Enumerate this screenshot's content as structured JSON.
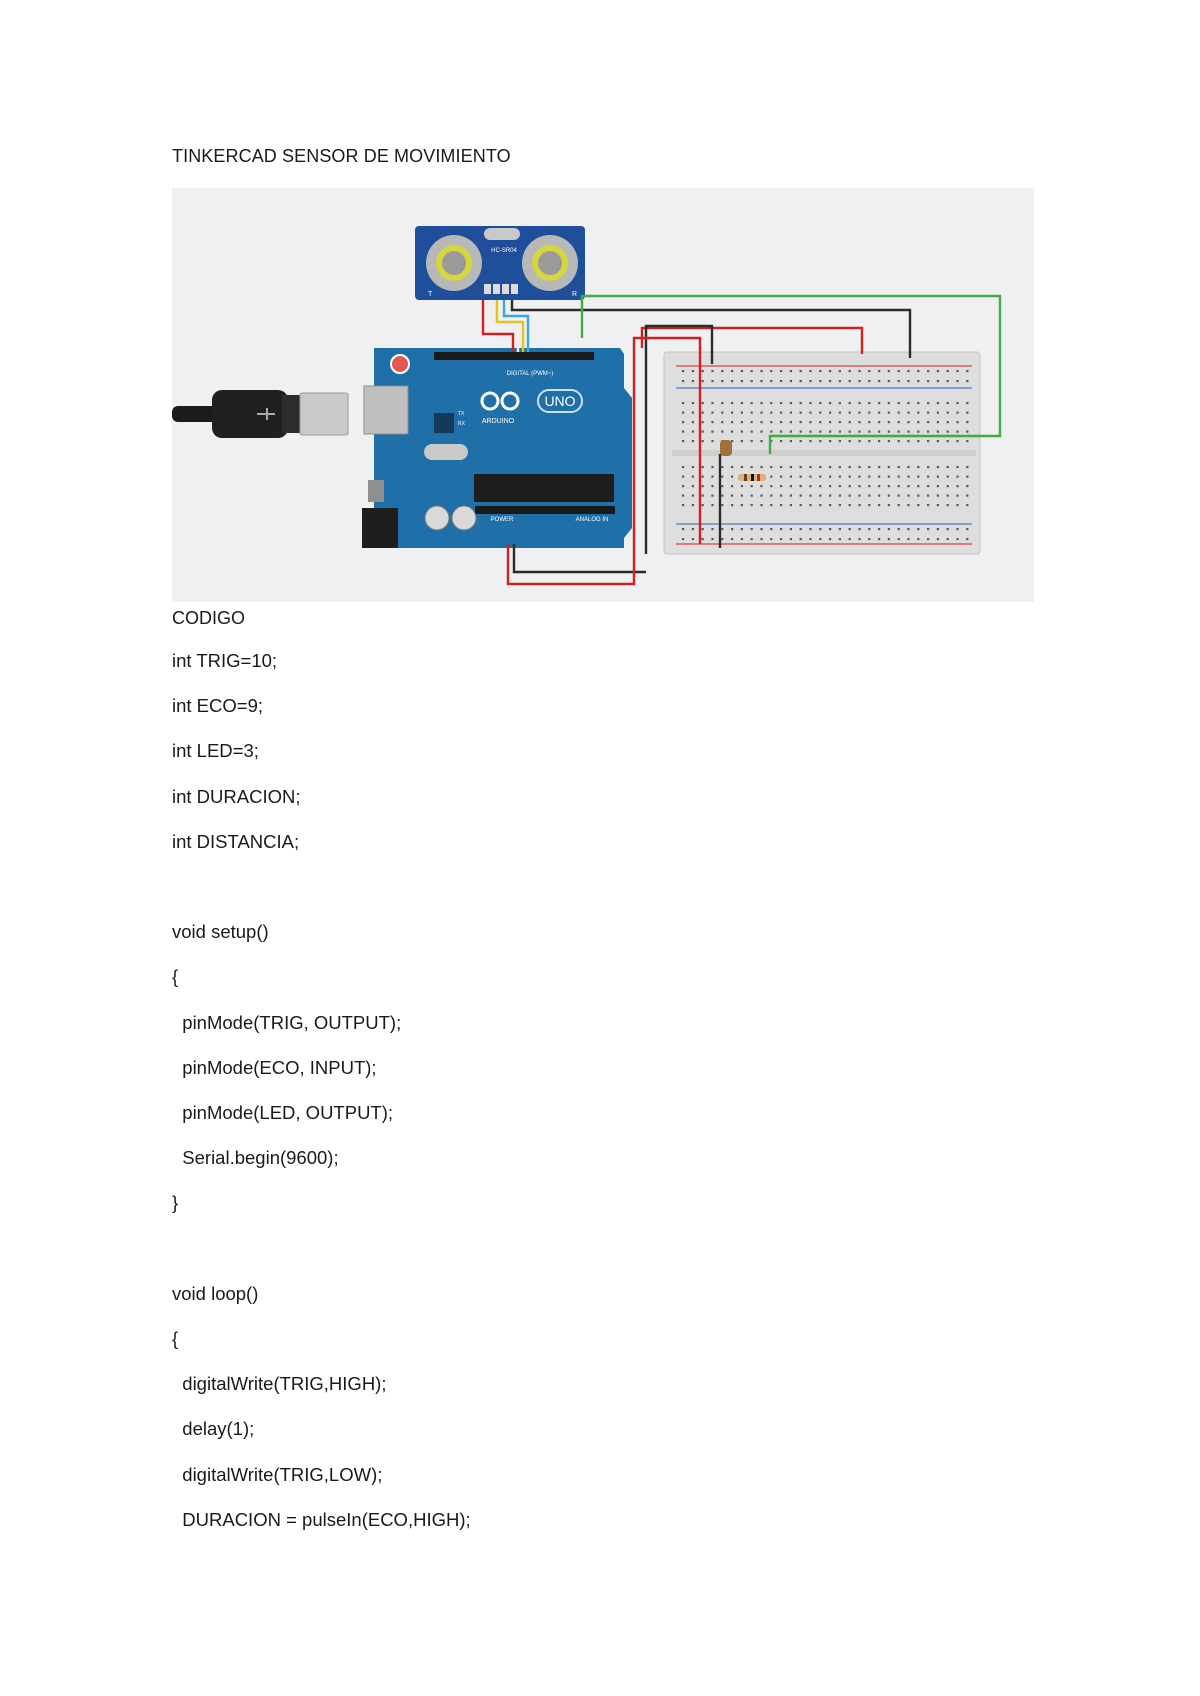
{
  "document": {
    "title": "TINKERCAD SENSOR DE MOVIMIENTO",
    "code_heading": "CODIGO",
    "code_lines": [
      "int TRIG=10;",
      "int ECO=9;",
      "int LED=3;",
      "int DURACION;",
      "int DISTANCIA;",
      "",
      "void setup()",
      "{",
      "  pinMode(TRIG, OUTPUT);",
      "  pinMode(ECO, INPUT);",
      "  pinMode(LED, OUTPUT);",
      "  Serial.begin(9600);",
      "}",
      "",
      "void loop()",
      "{",
      "  digitalWrite(TRIG,HIGH);",
      "  delay(1);",
      "  digitalWrite(TRIG,LOW);",
      "  DURACION = pulseIn(ECO,HIGH);"
    ]
  },
  "figure": {
    "sensor_label": "HC-SR04",
    "sensor_t": "T",
    "sensor_r": "R",
    "board_brand": "ARDUINO",
    "board_model": "UNO",
    "digital_label": "DIGITAL (PWM~)",
    "power_label": "POWER",
    "analog_label": "ANALOG IN",
    "tx_label": "TX",
    "rx_label": "RX",
    "wire_colors": {
      "red": "#d21f1f",
      "black": "#2b2b2b",
      "green": "#3fae3f",
      "yellow": "#e6c21a",
      "blue": "#3aa7e0",
      "white": "#f2f2f2"
    },
    "board_color": "#1f6fa8",
    "sensor_color": "#1f4f9a"
  }
}
